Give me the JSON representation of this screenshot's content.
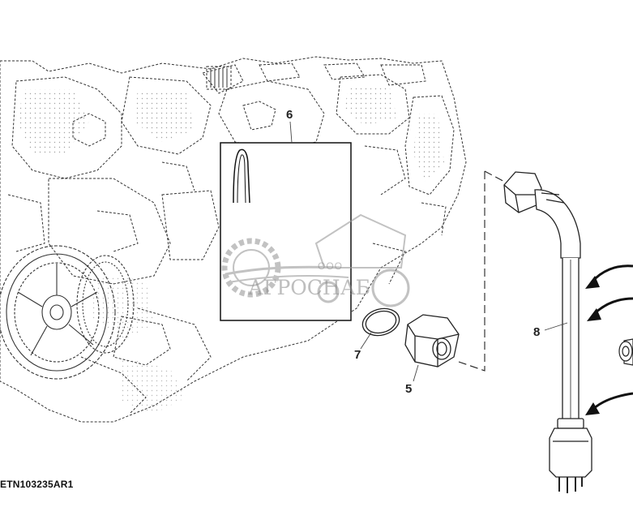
{
  "diagram": {
    "figure_id": "ETN103235AR1",
    "callouts": [
      {
        "id": "callout-5",
        "label": "5"
      },
      {
        "id": "callout-6",
        "label": "6"
      },
      {
        "id": "callout-7",
        "label": "7"
      },
      {
        "id": "callout-8",
        "label": "8"
      }
    ]
  },
  "watermark": {
    "prefix": "ООО",
    "brand": "АГРОСНАБ",
    "color": "#8a8a8a"
  },
  "colors": {
    "line": "#2a2a2a",
    "background": "#ffffff"
  }
}
